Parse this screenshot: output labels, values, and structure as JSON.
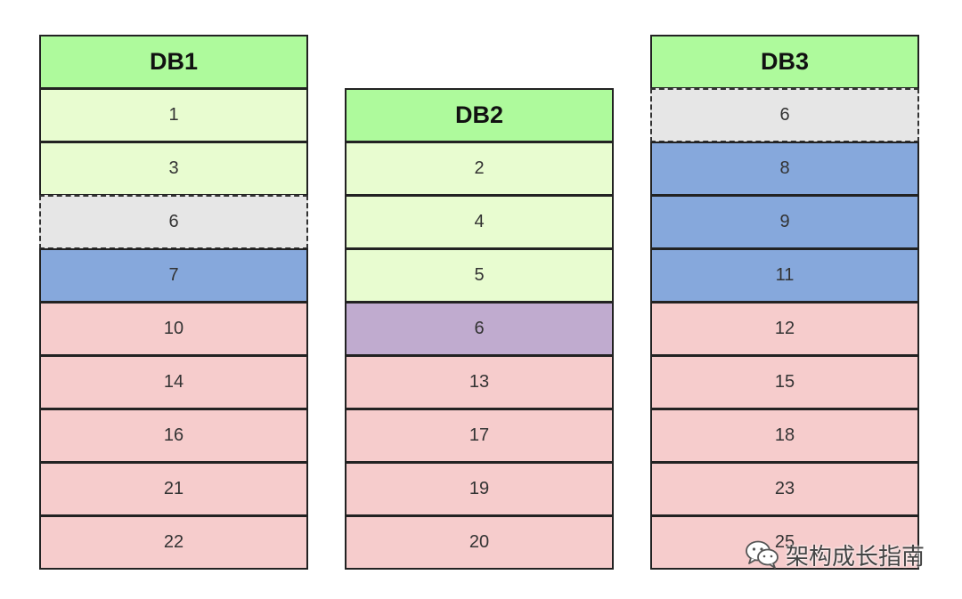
{
  "databases": [
    {
      "name": "DB1",
      "rows": [
        {
          "value": "1",
          "color": "#e8fcd0"
        },
        {
          "value": "3",
          "color": "#e8fcd0"
        },
        {
          "value": "6",
          "color": "#e6e6e6",
          "dashed": true
        },
        {
          "value": "7",
          "color": "#86a8dc"
        },
        {
          "value": "10",
          "color": "#f6cccc"
        },
        {
          "value": "14",
          "color": "#f6cccc"
        },
        {
          "value": "16",
          "color": "#f6cccc"
        },
        {
          "value": "21",
          "color": "#f6cccc"
        },
        {
          "value": "22",
          "color": "#f6cccc"
        }
      ]
    },
    {
      "name": "DB2",
      "rows": [
        {
          "value": "2",
          "color": "#e8fcd0"
        },
        {
          "value": "4",
          "color": "#e8fcd0"
        },
        {
          "value": "5",
          "color": "#e8fcd0"
        },
        {
          "value": "6",
          "color": "#c0abcf"
        },
        {
          "value": "13",
          "color": "#f6cccc"
        },
        {
          "value": "17",
          "color": "#f6cccc"
        },
        {
          "value": "19",
          "color": "#f6cccc"
        },
        {
          "value": "20",
          "color": "#f6cccc"
        }
      ]
    },
    {
      "name": "DB3",
      "rows": [
        {
          "value": "6",
          "color": "#e6e6e6",
          "dashed": true
        },
        {
          "value": "8",
          "color": "#86a8dc"
        },
        {
          "value": "9",
          "color": "#86a8dc"
        },
        {
          "value": "11",
          "color": "#86a8dc"
        },
        {
          "value": "12",
          "color": "#f6cccc"
        },
        {
          "value": "15",
          "color": "#f6cccc"
        },
        {
          "value": "18",
          "color": "#f6cccc"
        },
        {
          "value": "23",
          "color": "#f6cccc"
        },
        {
          "value": "25",
          "color": "#f6cccc"
        }
      ]
    }
  ],
  "header_color": "#aefa9c",
  "watermark": {
    "icon": "wechat-icon",
    "text": "架构成长指南"
  }
}
